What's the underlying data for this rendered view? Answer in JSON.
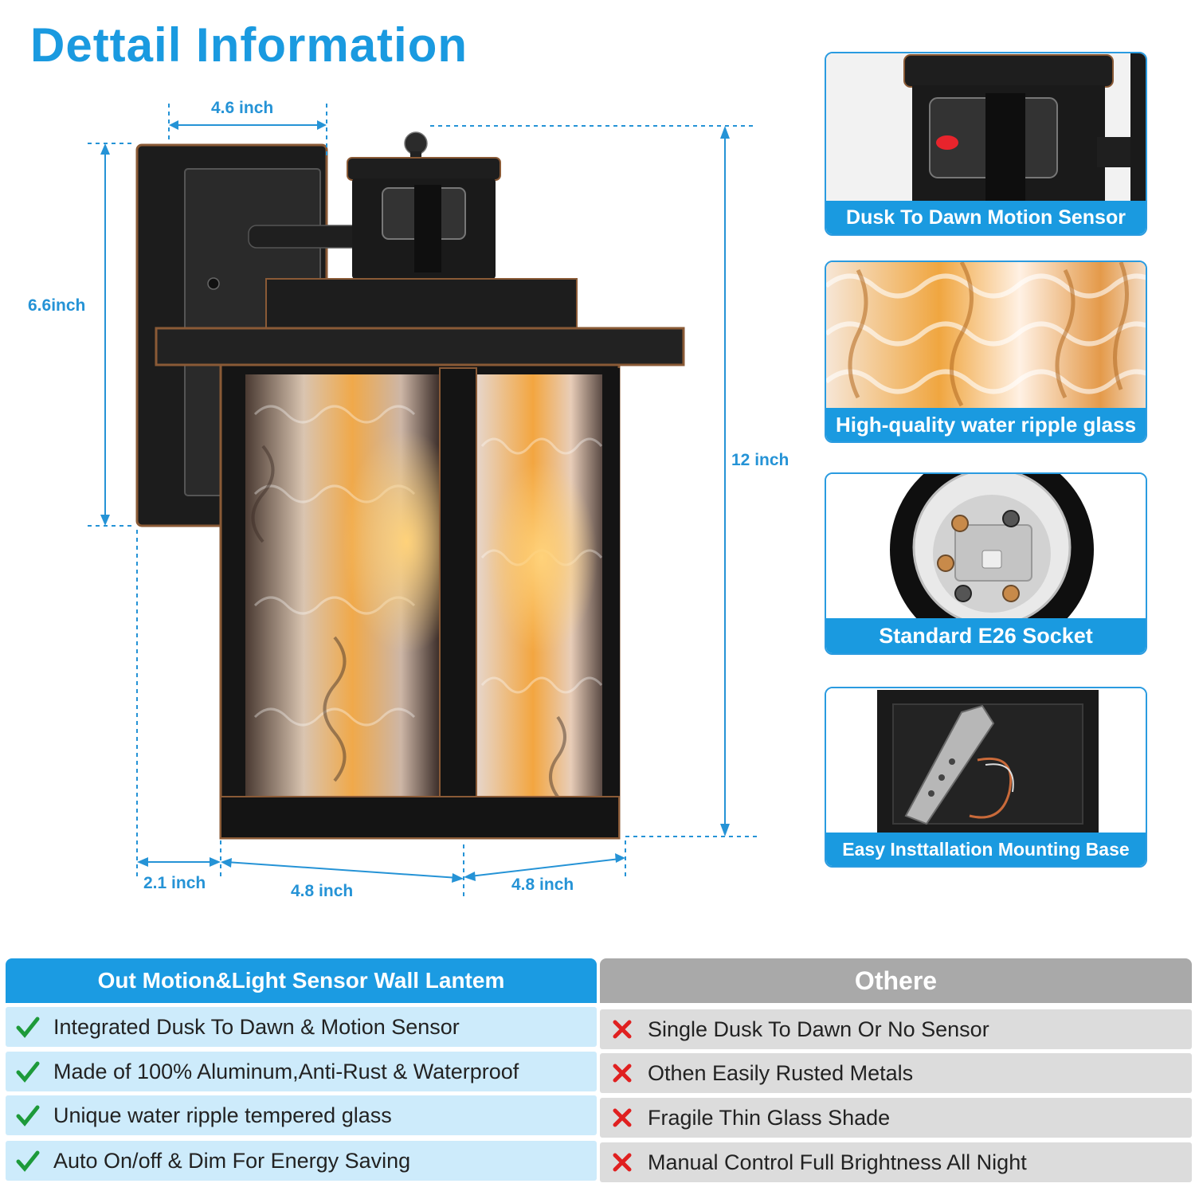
{
  "title": "Dettail  Information",
  "dimensions": {
    "top_width": "4.6 inch",
    "height_back": "6.6inch",
    "height_total": "12 inch",
    "depth": "2.1 inch",
    "width_front": "4.8 inch",
    "width_side": "4.8 inch"
  },
  "features": [
    {
      "caption": "Dusk To Dawn Motion Sensor",
      "icon": "motion-sensor-icon"
    },
    {
      "caption": "High-quality water ripple glass",
      "icon": "ripple-glass-icon"
    },
    {
      "caption": "Standard E26 Socket",
      "icon": "e26-socket-icon"
    },
    {
      "caption": "Easy Insttallation Mounting Base",
      "icon": "mounting-base-icon"
    }
  ],
  "comparison": {
    "ours_header": "Out Motion&Light Sensor Wall Lantem",
    "others_header": "Othere",
    "ours": [
      "Integrated Dusk To Dawn & Motion Sensor",
      "Made of 100% Aluminum,Anti-Rust & Waterproof",
      "Unique water ripple tempered glass",
      "Auto On/off & Dim For Energy Saving"
    ],
    "others": [
      "Single Dusk To Dawn Or No Sensor",
      "Othen Easily Rusted Metals",
      "Fragile Thin Glass Shade",
      "Manual Control Full Brightness All Night"
    ]
  },
  "colors": {
    "accent": "#1a9ae0",
    "check": "#1d9a3a",
    "cross": "#e02020",
    "others_header": "#a9a9a9"
  }
}
